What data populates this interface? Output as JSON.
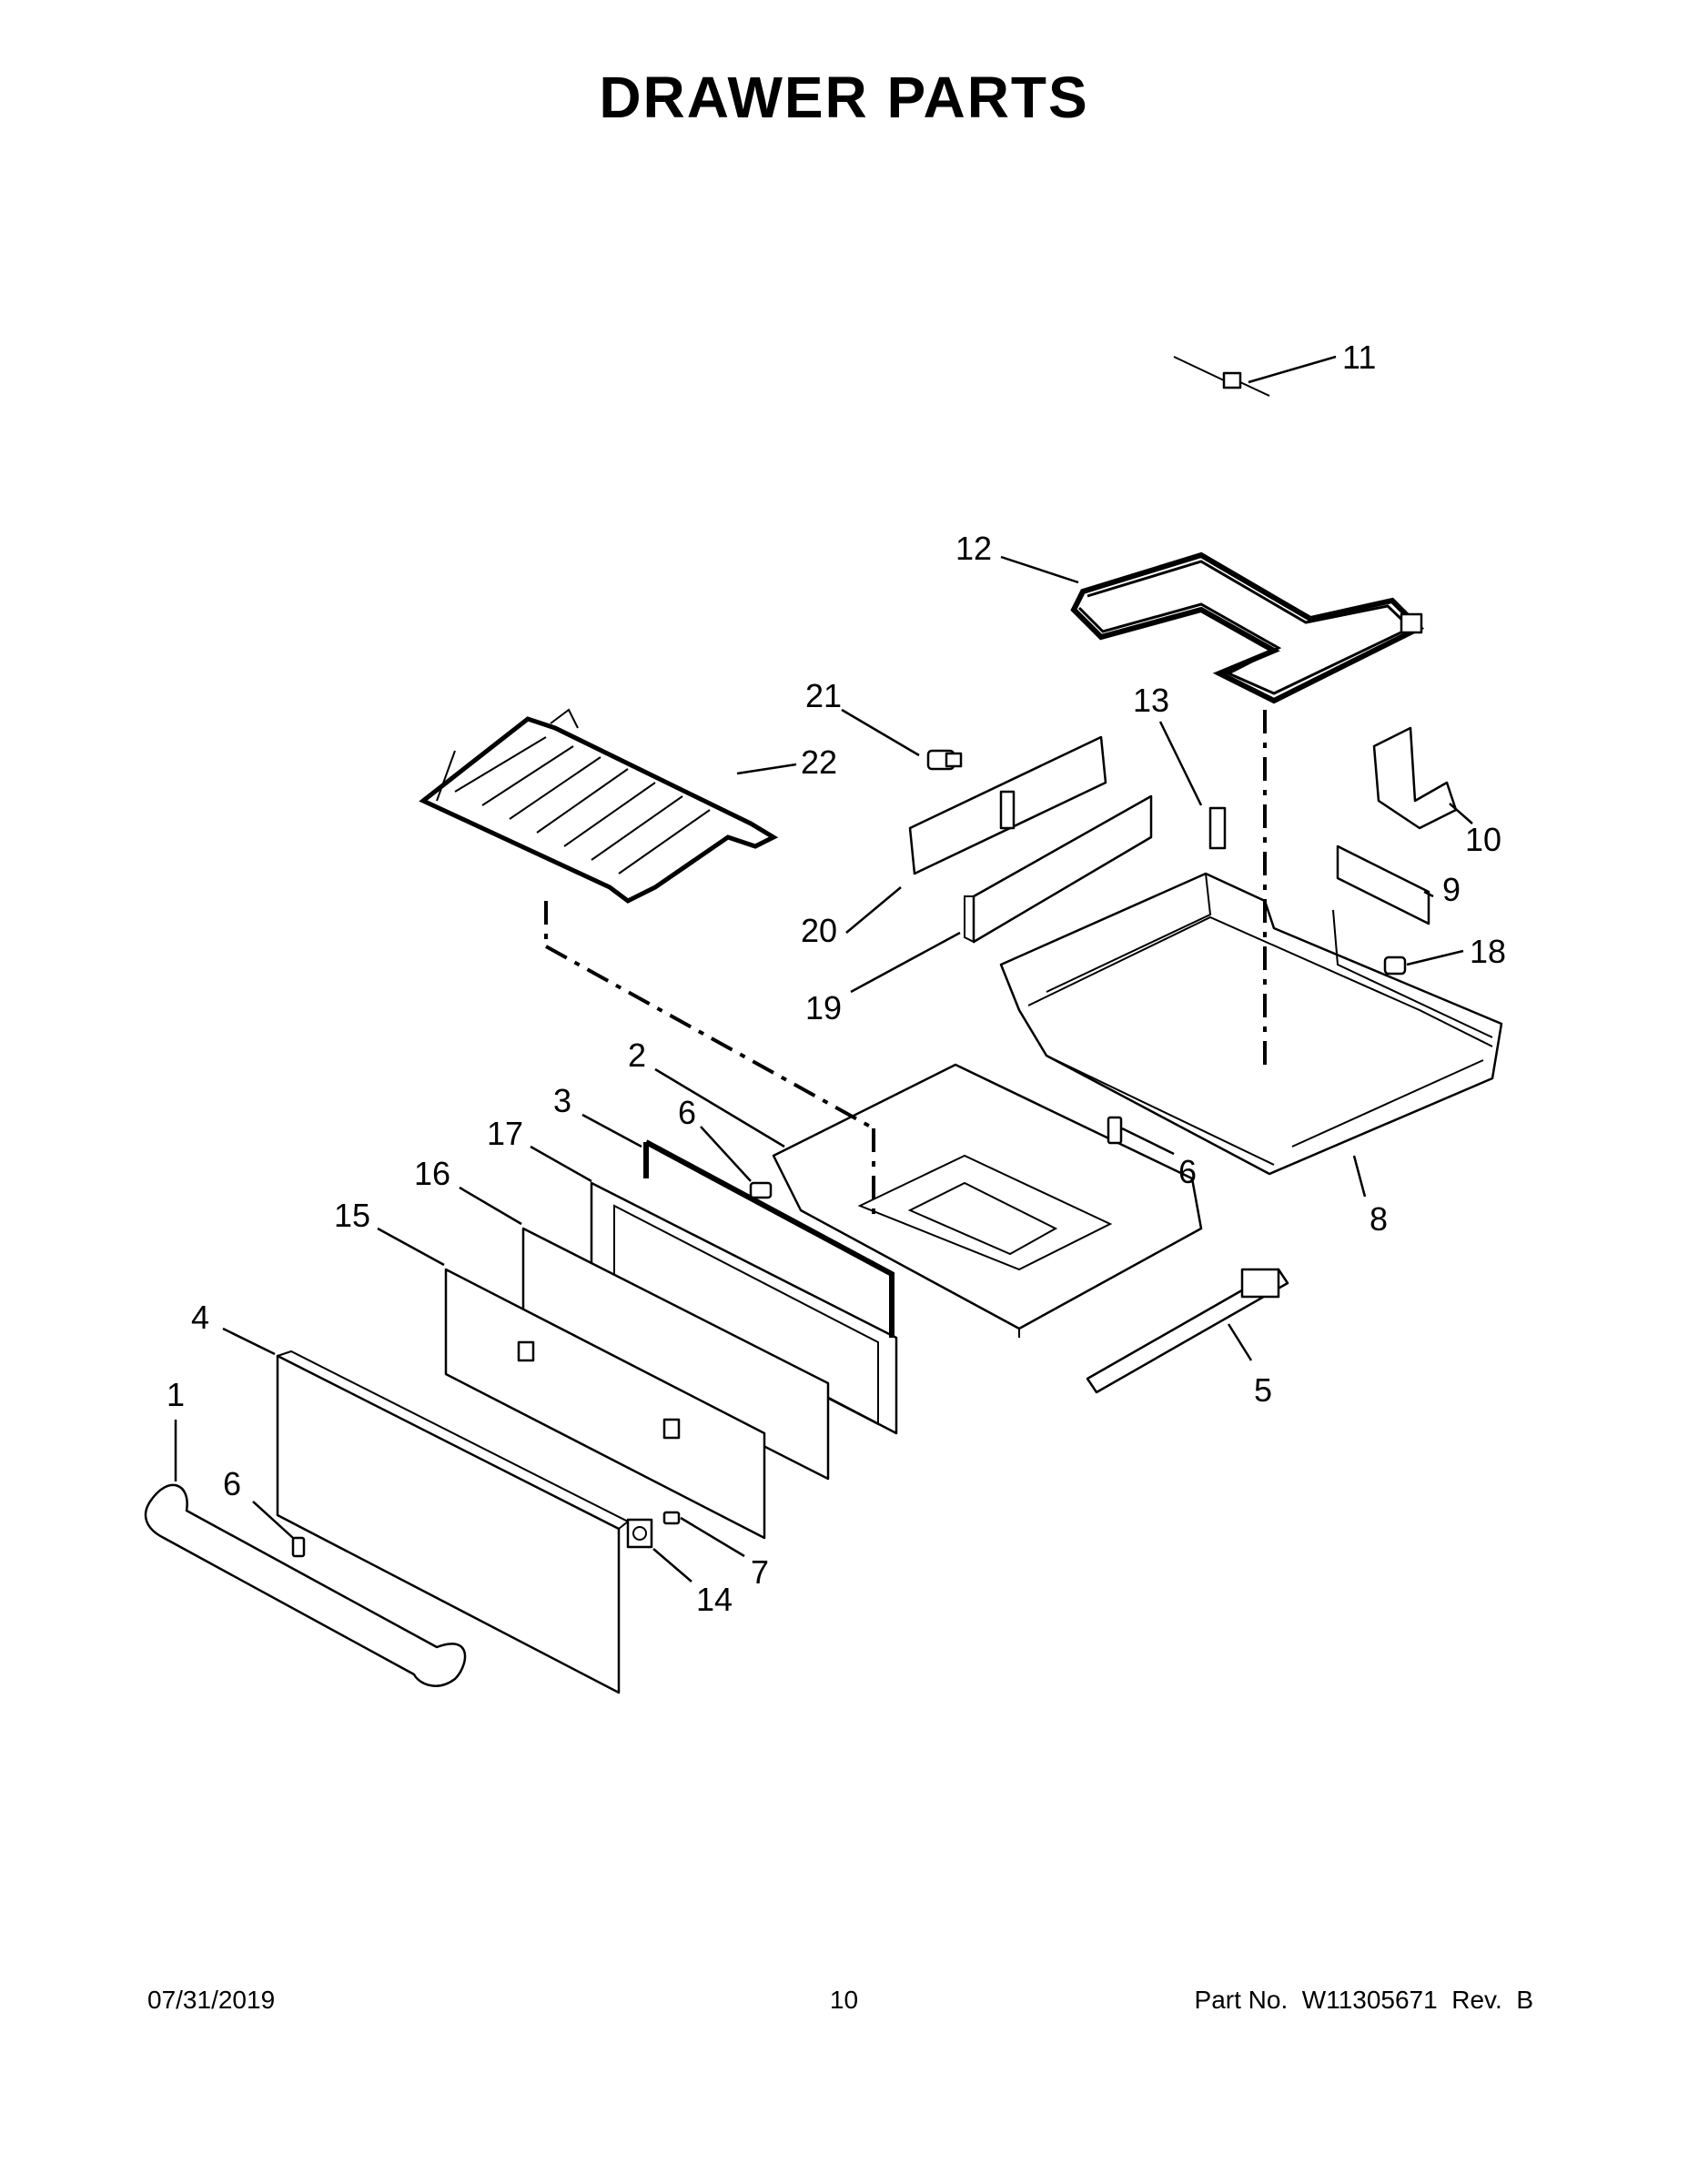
{
  "title": "DRAWER PARTS",
  "callouts": [
    {
      "id": "c1",
      "label": "1"
    },
    {
      "id": "c2",
      "label": "2"
    },
    {
      "id": "c3",
      "label": "3"
    },
    {
      "id": "c4",
      "label": "4"
    },
    {
      "id": "c5",
      "label": "5"
    },
    {
      "id": "c6a",
      "label": "6"
    },
    {
      "id": "c6b",
      "label": "6"
    },
    {
      "id": "c6c",
      "label": "6"
    },
    {
      "id": "c7",
      "label": "7"
    },
    {
      "id": "c8",
      "label": "8"
    },
    {
      "id": "c9",
      "label": "9"
    },
    {
      "id": "c10",
      "label": "10"
    },
    {
      "id": "c11",
      "label": "11"
    },
    {
      "id": "c12",
      "label": "12"
    },
    {
      "id": "c13",
      "label": "13"
    },
    {
      "id": "c14",
      "label": "14"
    },
    {
      "id": "c15",
      "label": "15"
    },
    {
      "id": "c16",
      "label": "16"
    },
    {
      "id": "c17",
      "label": "17"
    },
    {
      "id": "c18",
      "label": "18"
    },
    {
      "id": "c19",
      "label": "19"
    },
    {
      "id": "c20",
      "label": "20"
    },
    {
      "id": "c21",
      "label": "21"
    },
    {
      "id": "c22",
      "label": "22"
    }
  ],
  "footer": {
    "date": "07/31/2019",
    "page": "10",
    "part_number": "Part No.  W11305671  Rev.  B"
  }
}
